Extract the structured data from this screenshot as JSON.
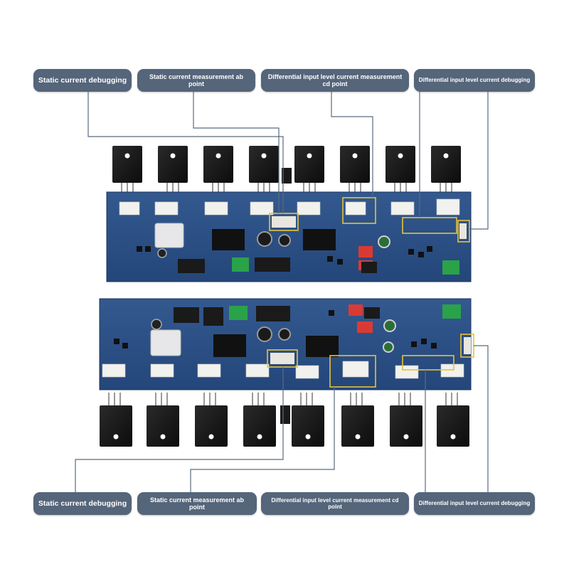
{
  "callouts": {
    "top": [
      {
        "text": "Static current debugging"
      },
      {
        "text": "Static current measurement ab point"
      },
      {
        "text": "Differential input level current measurement cd point"
      },
      {
        "text": "Differential input level current debugging"
      }
    ],
    "bottom": [
      {
        "text": "Static current debugging"
      },
      {
        "text": "Static current measurement ab point"
      },
      {
        "text": "Differential input level current measurement cd point"
      },
      {
        "text": "Differential input level current debugging"
      }
    ]
  },
  "colors": {
    "label_bg": "#55657a",
    "label_text": "#ffffff",
    "pcb": "#2b4f86",
    "highlight": "#e6c33a",
    "leader": "#5a6a7e"
  }
}
